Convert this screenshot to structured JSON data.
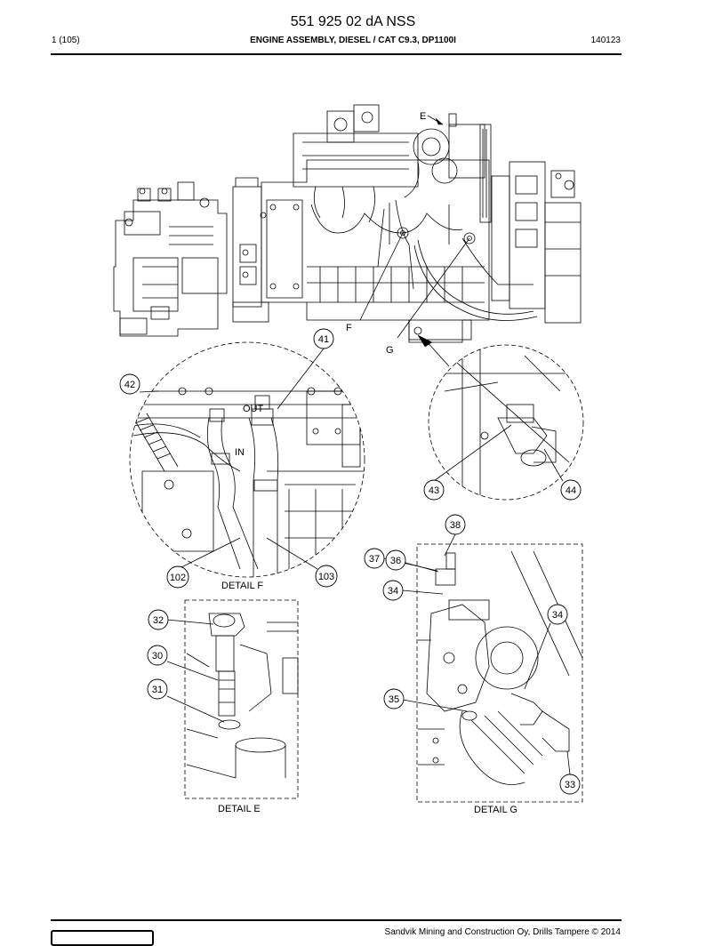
{
  "header": {
    "doc_number": "551 925 02 dA NSS",
    "page": "1 (105)",
    "title": "ENGINE ASSEMBLY, DIESEL / CAT C9.3, DP1100I",
    "code": "140123"
  },
  "footer": {
    "copyright": "Sandvik Mining and Construction Oy, Drills Tampere © 2014"
  },
  "view_letters": {
    "e": "E",
    "f": "F",
    "g": "G"
  },
  "detail_titles": {
    "f": "DETAIL F",
    "e": "DETAIL E",
    "g": "DETAIL G"
  },
  "engraved": {
    "out": "OUT",
    "in": "IN"
  },
  "callouts": {
    "c41": "41",
    "c42": "42",
    "c43": "43",
    "c44": "44",
    "c102": "102",
    "c103": "103",
    "c38": "38",
    "c37": "37",
    "c36": "36",
    "c34a": "34",
    "c34b": "34",
    "c35": "35",
    "c33": "33",
    "c32": "32",
    "c30": "30",
    "c31": "31"
  }
}
